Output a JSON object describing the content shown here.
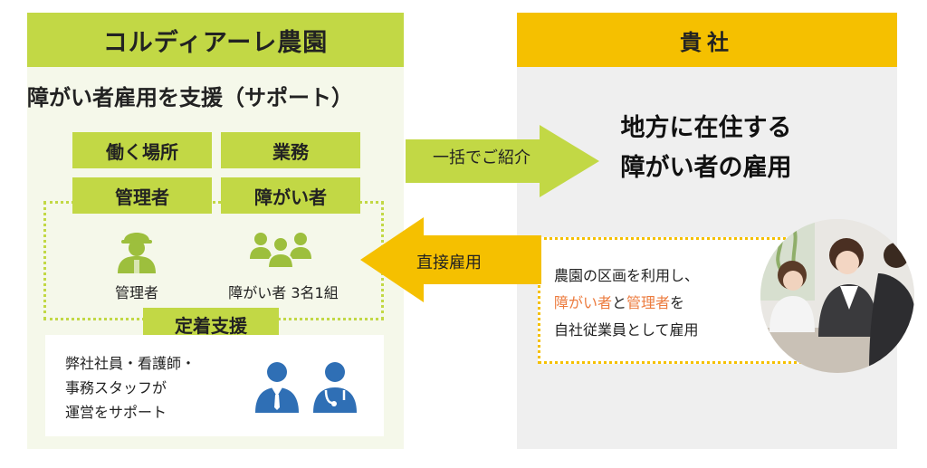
{
  "left": {
    "header": "コルディアーレ農園",
    "subtitle": "障がい者雇用を支援（サポート）",
    "boxes": [
      "働く場所",
      "業務",
      "管理者",
      "障がい者"
    ],
    "manager_caption": "管理者",
    "group_caption": "障がい者 3名1組",
    "support_label": "定着支援",
    "staff_lines": [
      "弊社社員・看護師・",
      "事務スタッフが",
      "運営をサポート"
    ]
  },
  "right": {
    "header": "貴社",
    "title_lines": [
      "地方に在住する",
      "障がい者の雇用"
    ],
    "text_line1": "農園の区画を利用し、",
    "text_line2_a": "障がい者",
    "text_line2_b": "と",
    "text_line2_c": "管理者",
    "text_line2_d": "を",
    "text_line3": "自社従業員として雇用"
  },
  "arrows": {
    "to_right_label": "一括でご紹介",
    "to_left_label": "直接雇用"
  },
  "colors": {
    "green": "#c2d845",
    "yellow": "#f5c000",
    "orange_text": "#ec7b3e",
    "icon_green": "#9dbf3d",
    "icon_blue": "#2f6fb5"
  }
}
